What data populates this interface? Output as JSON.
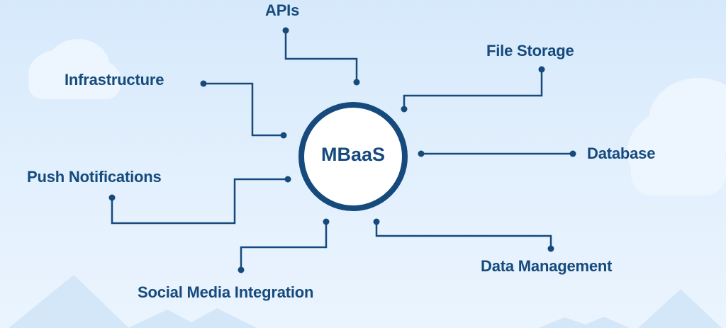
{
  "diagram": {
    "center": "MBaaS",
    "nodes": [
      {
        "id": "apis",
        "label": "APIs"
      },
      {
        "id": "file-storage",
        "label": "File Storage"
      },
      {
        "id": "infrastructure",
        "label": "Infrastructure"
      },
      {
        "id": "database",
        "label": "Database"
      },
      {
        "id": "push-notifications",
        "label": "Push Notifications"
      },
      {
        "id": "data-management",
        "label": "Data Management"
      },
      {
        "id": "social-media-integration",
        "label": "Social Media Integration"
      }
    ]
  },
  "colors": {
    "primary": "#164a7d",
    "background": "#dcebfb",
    "cloud": "#edf6fe",
    "mountain": "#d4e7f9"
  }
}
